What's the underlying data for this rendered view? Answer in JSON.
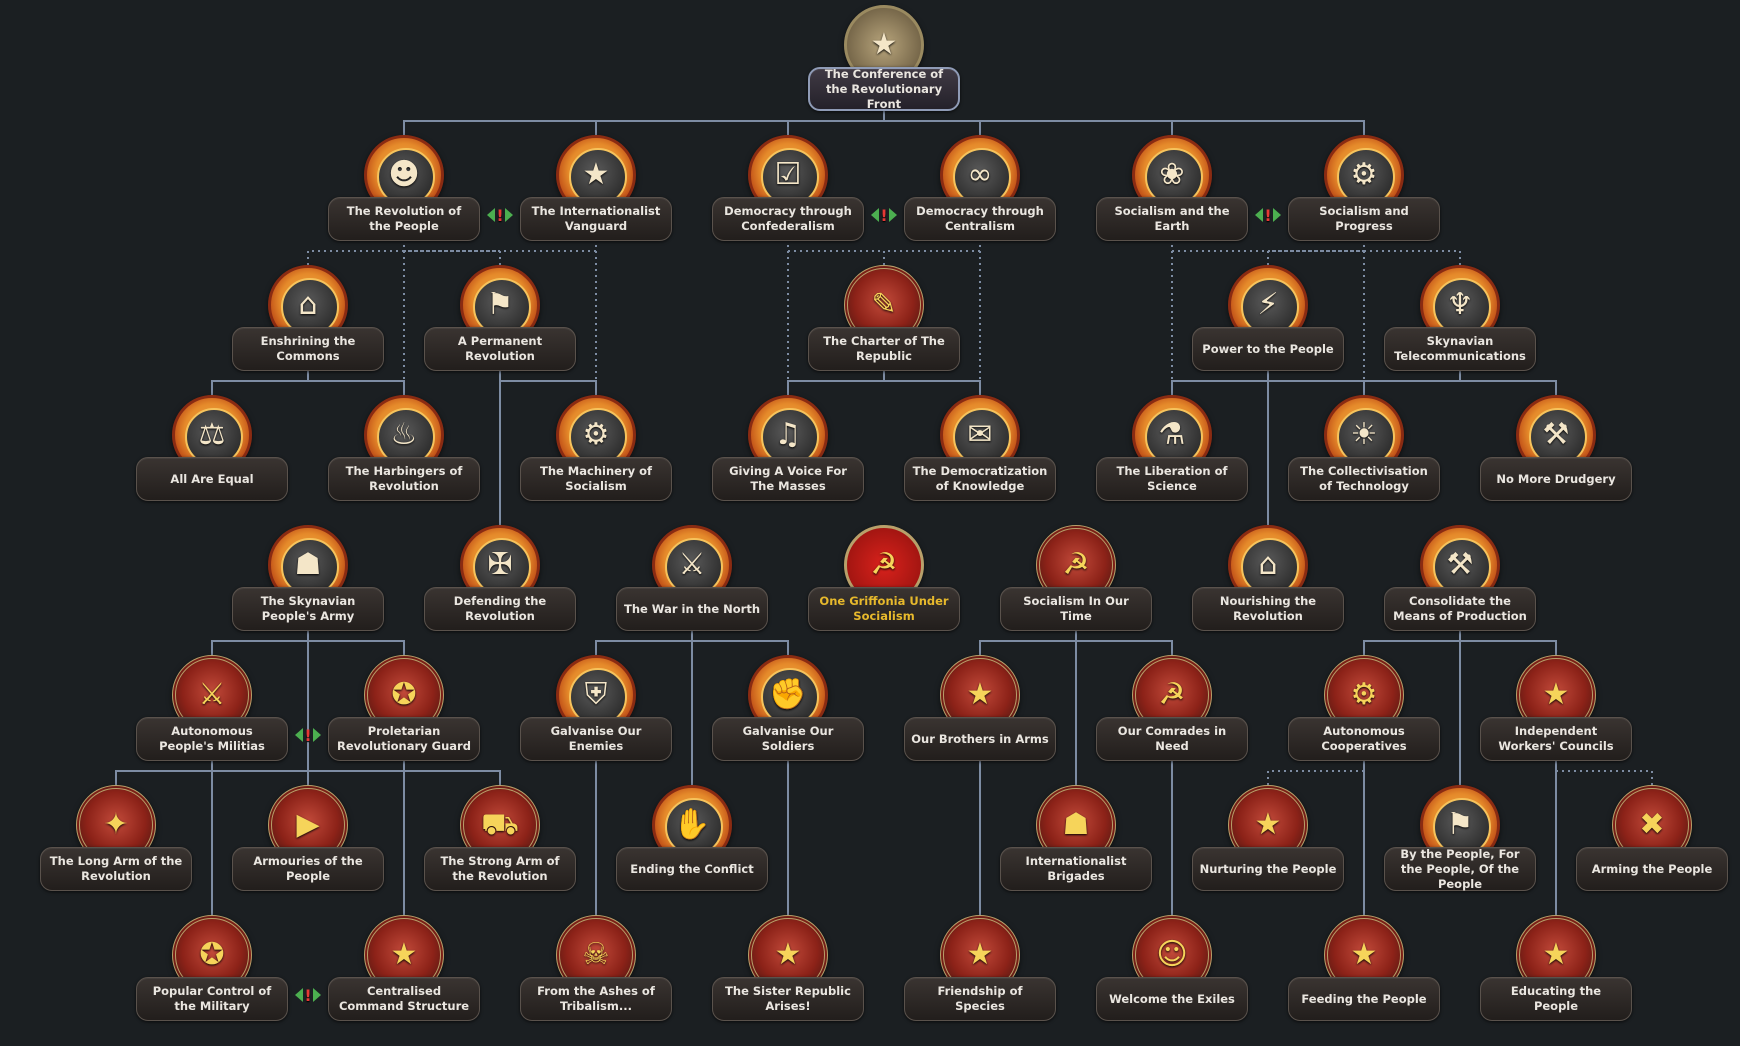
{
  "focus_tree": {
    "nodes": [
      {
        "id": "root",
        "label": "The Conference of the Revolutionary Front",
        "icon": "map-star-icon",
        "glyph": "★",
        "style": "map",
        "state": "selected"
      },
      {
        "id": "rev_people",
        "label": "The Revolution of the People",
        "icon": "crowd-icon",
        "glyph": "☻",
        "style": "sunburst"
      },
      {
        "id": "intl_vanguard",
        "label": "The Internationalist Vanguard",
        "icon": "red-book-icon",
        "glyph": "★",
        "style": "sunburst"
      },
      {
        "id": "demo_confed",
        "label": "Democracy through Confederalism",
        "icon": "ballot-check-icon",
        "glyph": "☑",
        "style": "sunburst"
      },
      {
        "id": "demo_central",
        "label": "Democracy through Centralism",
        "icon": "spectacles-icon",
        "glyph": "∞",
        "style": "sunburst"
      },
      {
        "id": "soc_earth",
        "label": "Socialism and the Earth",
        "icon": "wheat-field-icon",
        "glyph": "❀",
        "style": "sunburst"
      },
      {
        "id": "soc_progress",
        "label": "Socialism and Progress",
        "icon": "locomotive-icon",
        "glyph": "⚙",
        "style": "sunburst"
      },
      {
        "id": "enshrine",
        "label": "Enshrining the Commons",
        "icon": "parliament-icon",
        "glyph": "⌂",
        "style": "sunburst"
      },
      {
        "id": "perm_rev",
        "label": "A Permanent Revolution",
        "icon": "red-banner-icon",
        "glyph": "⚑",
        "style": "sunburst"
      },
      {
        "id": "charter",
        "label": "The Charter of The Republic",
        "icon": "charter-scroll-icon",
        "glyph": "✎",
        "style": "laurel"
      },
      {
        "id": "power_people",
        "label": "Power to the People",
        "icon": "lightning-icon",
        "glyph": "⚡",
        "style": "sunburst"
      },
      {
        "id": "telecom",
        "label": "Skynavian Telecommunications",
        "icon": "radio-tower-icon",
        "glyph": "♆",
        "style": "sunburst"
      },
      {
        "id": "all_equal",
        "label": "All Are Equal",
        "icon": "scales-icon",
        "glyph": "⚖",
        "style": "sunburst"
      },
      {
        "id": "harbingers",
        "label": "The Harbingers of Revolution",
        "icon": "torch-icon",
        "glyph": "♨",
        "style": "sunburst"
      },
      {
        "id": "machinery",
        "label": "The Machinery of Socialism",
        "icon": "machine-icon",
        "glyph": "⚙",
        "style": "sunburst"
      },
      {
        "id": "voice_masses",
        "label": "Giving A Voice For The Masses",
        "icon": "radio-icon",
        "glyph": "♫",
        "style": "sunburst"
      },
      {
        "id": "democ_knowledge",
        "label": "The Democratization of Knowledge",
        "icon": "scrolls-icon",
        "glyph": "✉",
        "style": "sunburst"
      },
      {
        "id": "lib_science",
        "label": "The Liberation of Science",
        "icon": "flask-icon",
        "glyph": "⚗",
        "style": "sunburst"
      },
      {
        "id": "collect_tech",
        "label": "The Collectivisation of Technology",
        "icon": "lightbulb-icon",
        "glyph": "☀",
        "style": "sunburst"
      },
      {
        "id": "no_drudgery",
        "label": "No More Drudgery",
        "icon": "crossed-shovels-icon",
        "glyph": "⚒",
        "style": "sunburst"
      },
      {
        "id": "skyn_army",
        "label": "The Skynavian People's Army",
        "icon": "soldier-helmet-icon",
        "glyph": "☗",
        "style": "sunburst"
      },
      {
        "id": "defend_rev",
        "label": "Defending the Revolution",
        "icon": "artillery-icon",
        "glyph": "✠",
        "style": "sunburst"
      },
      {
        "id": "war_north",
        "label": "The War in the North",
        "icon": "rifleman-icon",
        "glyph": "⚔",
        "style": "sunburst"
      },
      {
        "id": "griffonia",
        "label": "One Griffonia Under Socialism",
        "icon": "hammer-sickle-icon",
        "glyph": "☭",
        "style": "redflag",
        "state": "highlight"
      },
      {
        "id": "soc_our_time",
        "label": "Socialism In Our Time",
        "icon": "hammer-laurel-icon",
        "glyph": "☭",
        "style": "laurel"
      },
      {
        "id": "nourish",
        "label": "Nourishing the Revolution",
        "icon": "factory-icon",
        "glyph": "⌂",
        "style": "sunburst"
      },
      {
        "id": "consolidate",
        "label": "Consolidate the Means of Production",
        "icon": "industry-icon",
        "glyph": "⚒",
        "style": "sunburst"
      },
      {
        "id": "auto_militias",
        "label": "Autonomous People's Militias",
        "icon": "crossed-rifles-icon",
        "glyph": "⚔",
        "style": "laurel"
      },
      {
        "id": "prol_guard",
        "label": "Proletarian Revolutionary Guard",
        "icon": "guard-star-icon",
        "glyph": "✪",
        "style": "laurel"
      },
      {
        "id": "galv_enemies",
        "label": "Galvanise Our Enemies",
        "icon": "shield-icon",
        "glyph": "⛨",
        "style": "sunburst"
      },
      {
        "id": "galv_soldiers",
        "label": "Galvanise Our Soldiers",
        "icon": "raised-fist-icon",
        "glyph": "✊",
        "style": "sunburst"
      },
      {
        "id": "brothers",
        "label": "Our Brothers in Arms",
        "icon": "dove-star-icon",
        "glyph": "★",
        "style": "laurel"
      },
      {
        "id": "comrades",
        "label": "Our Comrades in Need",
        "icon": "star-hammer-icon",
        "glyph": "☭",
        "style": "laurel"
      },
      {
        "id": "auto_coop",
        "label": "Autonomous Cooperatives",
        "icon": "cogwheel-icon",
        "glyph": "⚙",
        "style": "laurel"
      },
      {
        "id": "ind_councils",
        "label": "Independent Workers' Councils",
        "icon": "council-star-icon",
        "glyph": "★",
        "style": "laurel"
      },
      {
        "id": "long_arm",
        "label": "The Long Arm of the Revolution",
        "icon": "long-gun-icon",
        "glyph": "✦",
        "style": "laurel"
      },
      {
        "id": "armouries",
        "label": "Armouries of the People",
        "icon": "armoury-icon",
        "glyph": "▶",
        "style": "laurel"
      },
      {
        "id": "strong_arm",
        "label": "The Strong Arm of the Revolution",
        "icon": "tank-icon",
        "glyph": "⛟",
        "style": "laurel"
      },
      {
        "id": "ending_conflict",
        "label": "Ending the Conflict",
        "icon": "handshake-icon",
        "glyph": "✋",
        "style": "sunburst"
      },
      {
        "id": "intl_brigades",
        "label": "Internationalist Brigades",
        "icon": "helmet-icon",
        "glyph": "☗",
        "style": "laurel"
      },
      {
        "id": "nurturing",
        "label": "Nurturing the People",
        "icon": "tank-star-icon",
        "glyph": "★",
        "style": "laurel"
      },
      {
        "id": "by_people",
        "label": "By the People, For the People, Of the People",
        "icon": "statue-flag-icon",
        "glyph": "⚑",
        "style": "sunburst"
      },
      {
        "id": "arming_people",
        "label": "Arming the People",
        "icon": "crossed-guns-icon",
        "glyph": "✖",
        "style": "laurel"
      },
      {
        "id": "popular_control",
        "label": "Popular Control of the Military",
        "icon": "star-gear-icon",
        "glyph": "✪",
        "style": "laurel"
      },
      {
        "id": "central_command",
        "label": "Centralised Command Structure",
        "icon": "star-laurel-icon",
        "glyph": "★",
        "style": "laurel"
      },
      {
        "id": "ashes_tribalism",
        "label": "From the Ashes of Tribalism...",
        "icon": "skull-wings-icon",
        "glyph": "☠",
        "style": "laurel"
      },
      {
        "id": "sister_republic",
        "label": "The Sister Republic Arises!",
        "icon": "star-wings-icon",
        "glyph": "★",
        "style": "laurel"
      },
      {
        "id": "friendship_species",
        "label": "Friendship of Species",
        "icon": "star-cloud-icon",
        "glyph": "★",
        "style": "laurel"
      },
      {
        "id": "welcome_exiles",
        "label": "Welcome the Exiles",
        "icon": "exile-portrait-icon",
        "glyph": "☺",
        "style": "laurel"
      },
      {
        "id": "feeding_people",
        "label": "Feeding the People",
        "icon": "red-star-icon",
        "glyph": "★",
        "style": "laurel"
      },
      {
        "id": "educating_people",
        "label": "Educating the People",
        "icon": "star-flask-icon",
        "glyph": "★",
        "style": "laurel"
      }
    ]
  },
  "exclusive_icon": "mutually-exclusive-icon",
  "exclusive_symbol": "!",
  "colors": {
    "background": "#1b1f22",
    "line": "#7d8ca3",
    "label_text": "#eae6e0",
    "highlight_text": "#e7b92c",
    "exclusive_arrow": "#4caf50",
    "exclusive_mark": "#e53935"
  }
}
